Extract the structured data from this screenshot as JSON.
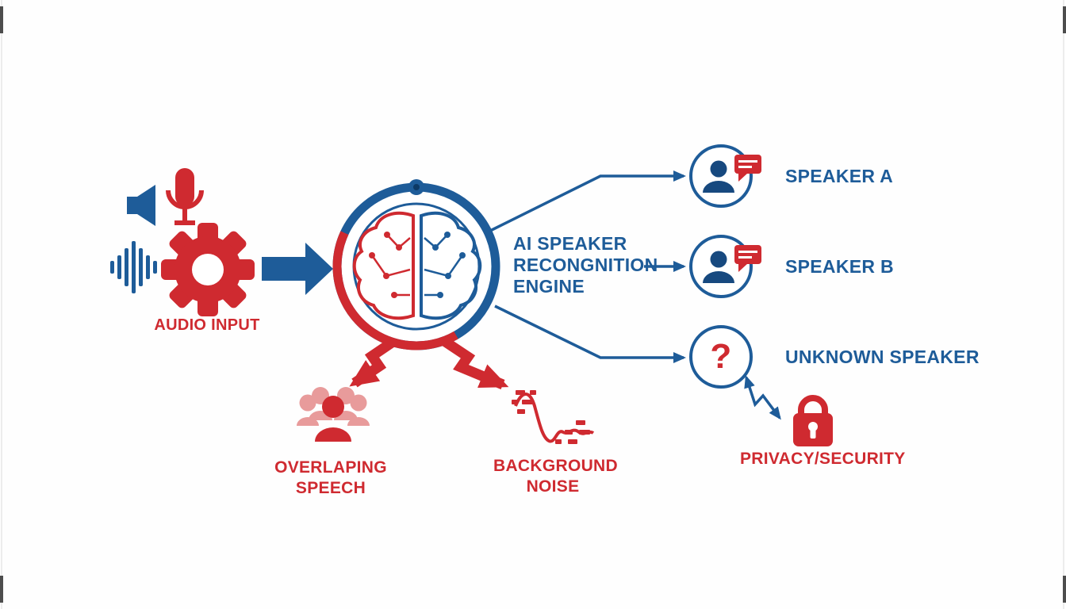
{
  "colors": {
    "blue": "#1e5c99",
    "dark_blue": "#17497f",
    "red": "#cf2a30",
    "light_red": "#e89b9b"
  },
  "audio_input": {
    "label": "AUDIO INPUT"
  },
  "engine": {
    "lines": [
      "AI SPEAKER",
      "RECONGNITION",
      "ENGINE"
    ]
  },
  "outputs": [
    {
      "label": "SPEAKER A"
    },
    {
      "label": "SPEAKER B"
    },
    {
      "label": "UNKNOWN SPEAKER",
      "icon_char": "?"
    }
  ],
  "issues": [
    {
      "lines": [
        "OVERLAPING",
        "SPEECH"
      ]
    },
    {
      "lines": [
        "BACKGROUND",
        "NOISE"
      ]
    }
  ],
  "privacy": {
    "label": "PRIVACY/SECURITY"
  }
}
